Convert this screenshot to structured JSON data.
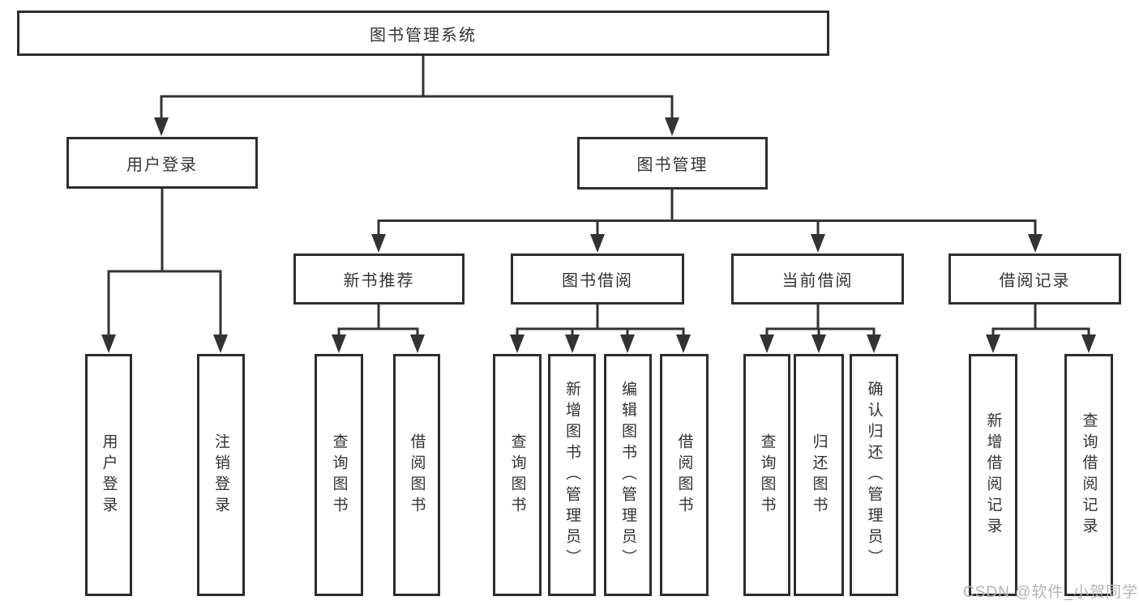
{
  "tree": {
    "root": {
      "label": "图书管理系统"
    },
    "branches": [
      {
        "label": "用户登录",
        "leaves": [
          "用户登录",
          "注销登录"
        ]
      },
      {
        "label": "图书管理",
        "groups": [
          {
            "label": "新书推荐",
            "leaves": [
              "查询图书",
              "借阅图书"
            ]
          },
          {
            "label": "图书借阅",
            "leaves": [
              "查询图书",
              "新增图书（管理员）",
              "编辑图书（管理员）",
              "借阅图书"
            ]
          },
          {
            "label": "当前借阅",
            "leaves": [
              "查询图书",
              "归还图书",
              "确认归还（管理员）"
            ]
          },
          {
            "label": "借阅记录",
            "leaves": [
              "新增借阅记录",
              "查询借阅记录"
            ]
          }
        ]
      }
    ]
  },
  "watermark": {
    "text": "CSDN @软件_小贺同学"
  },
  "colors": {
    "line": "#333333",
    "box_border": "#2d2d2d",
    "text": "#333333",
    "background": "#ffffff",
    "watermark": "#b5b5b5"
  }
}
